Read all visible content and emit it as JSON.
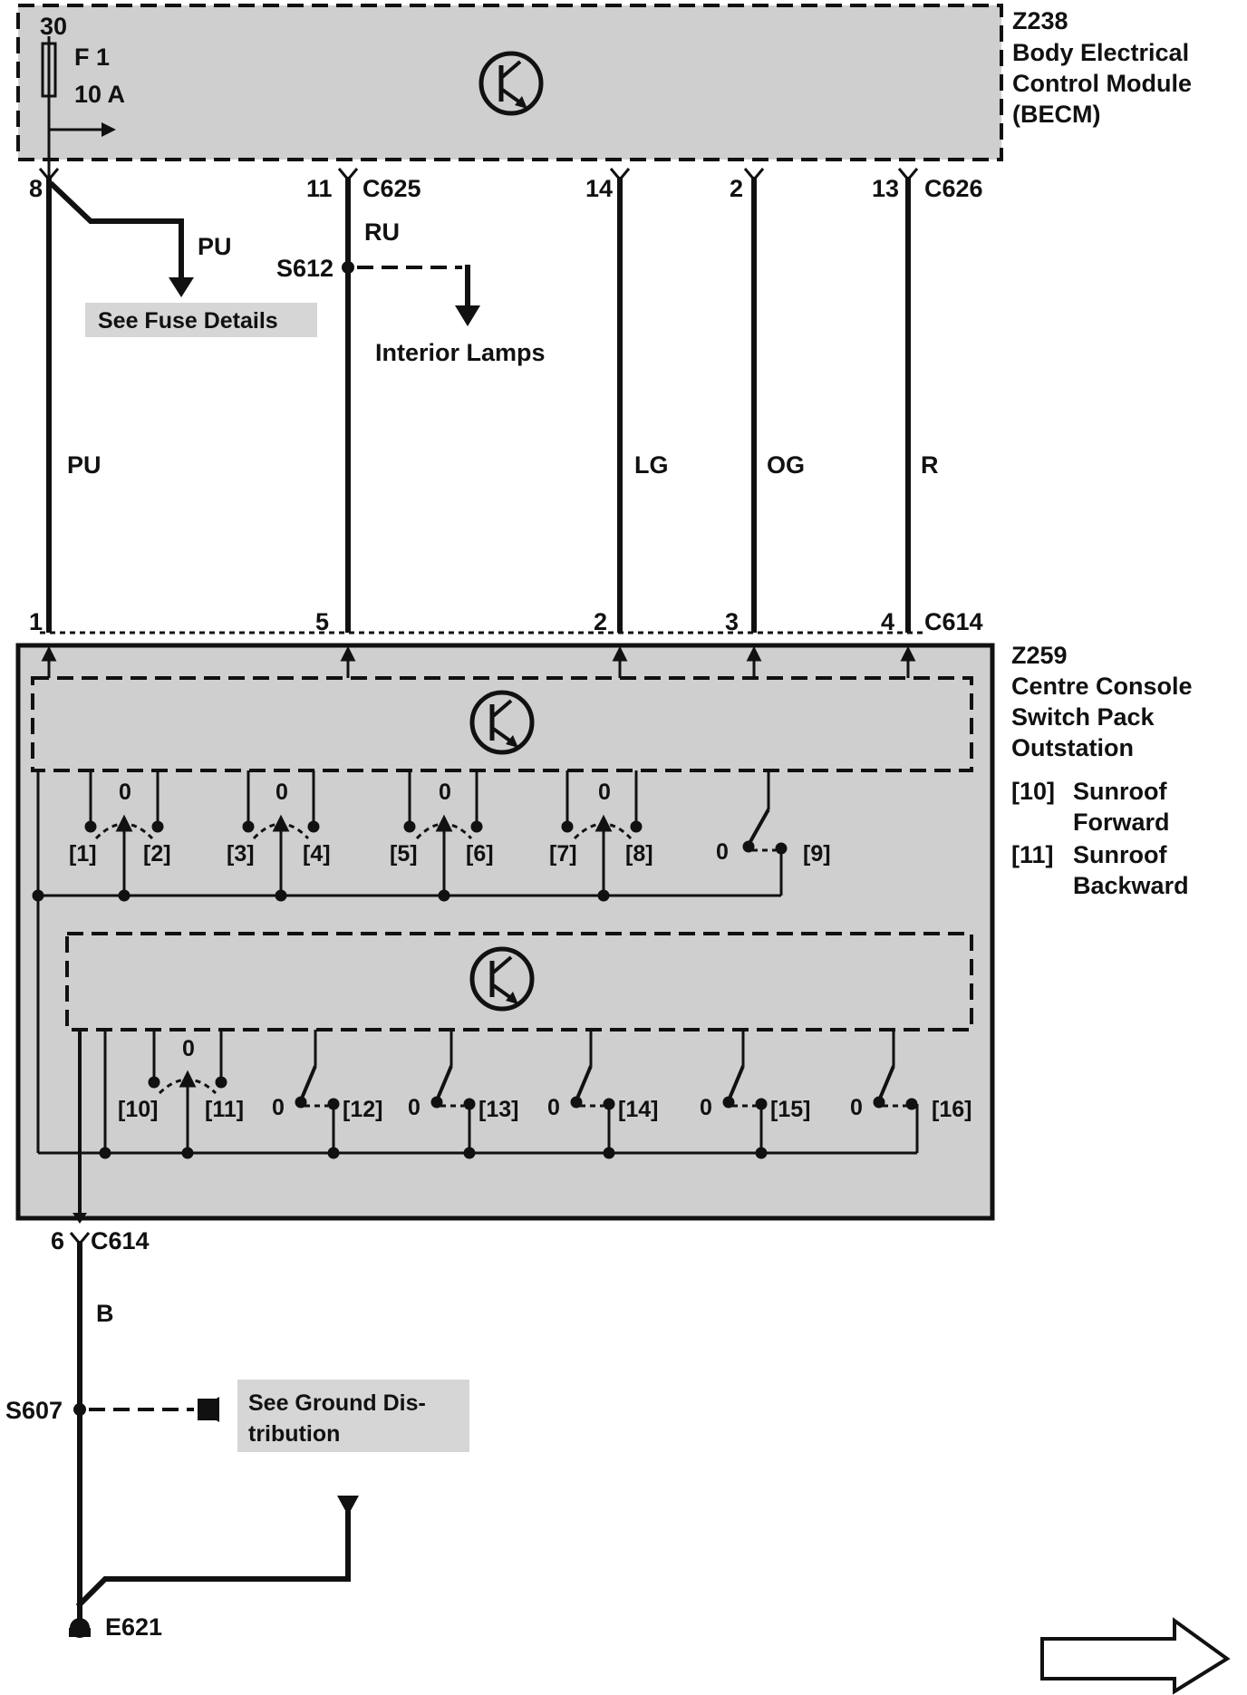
{
  "becm": {
    "id": "Z238",
    "name_line1": "Body Electrical",
    "name_line2": "Control Module",
    "name_line3": "(BECM)",
    "fuse_pin": "30",
    "fuse_name": "F 1",
    "fuse_rating": "10 A"
  },
  "connectors": {
    "c625": "C625",
    "c626": "C626",
    "c614_top": "C614",
    "c614_bottom": "C614"
  },
  "becm_pins": [
    "8",
    "11",
    "14",
    "2",
    "13"
  ],
  "console_pins": [
    "1",
    "5",
    "2",
    "3",
    "4"
  ],
  "wires": {
    "pu_branch": "PU",
    "pu_main": "PU",
    "ru": "RU",
    "lg": "LG",
    "og": "OG",
    "r": "R",
    "b": "B"
  },
  "splices": {
    "s612": "S612",
    "s607": "S607"
  },
  "refs": {
    "fuse_details": "See Fuse Details",
    "interior_lamps": "Interior Lamps",
    "ground_line1": "See Ground Dis-",
    "ground_line2": "tribution"
  },
  "console": {
    "id": "Z259",
    "name_line1": "Centre Console",
    "name_line2": "Switch Pack",
    "name_line3": "Outstation",
    "legend": [
      {
        "key": "[10]",
        "line1": "Sunroof",
        "line2": "Forward"
      },
      {
        "key": "[11]",
        "line1": "Sunroof",
        "line2": "Backward"
      }
    ]
  },
  "switch_labels": [
    "[1]",
    "[2]",
    "[3]",
    "[4]",
    "[5]",
    "[6]",
    "[7]",
    "[8]",
    "[9]",
    "[10]",
    "[11]",
    "[12]",
    "[13]",
    "[14]",
    "[15]",
    "[16]"
  ],
  "zero_label": "0",
  "ground_pin": "6",
  "ground_point": "E621"
}
